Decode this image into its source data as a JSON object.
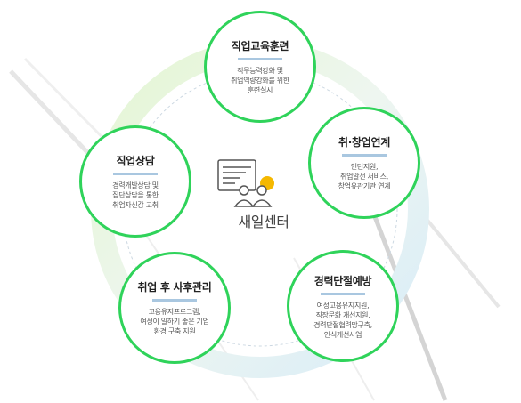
{
  "center": {
    "label": "새일센터"
  },
  "nodes": [
    {
      "title": "직업교육훈련",
      "desc": "직무능력강화 및\n취업역량강화를 위한\n훈련실시"
    },
    {
      "title": "취·창업연계",
      "desc": "인턴지원,\n취업알선 서비스,\n창업유관기관 연계"
    },
    {
      "title": "경력단절예방",
      "desc": "여성고용유지지원,\n직장문화 개선지원,\n경력단절협력망구축,\n인식개선사업"
    },
    {
      "title": "취업 후 사후관리",
      "desc": "고용유지프로그램,\n여성이 일하기 좋은 기업\n환경 구축 지원"
    },
    {
      "title": "직업상담",
      "desc": "경력개발상담 및\n집단상담을 통한\n취업자신감 고취"
    }
  ],
  "colors": {
    "ring": "#2fd35a",
    "underline": "#a9c7e0",
    "accent": "#f5b800"
  }
}
